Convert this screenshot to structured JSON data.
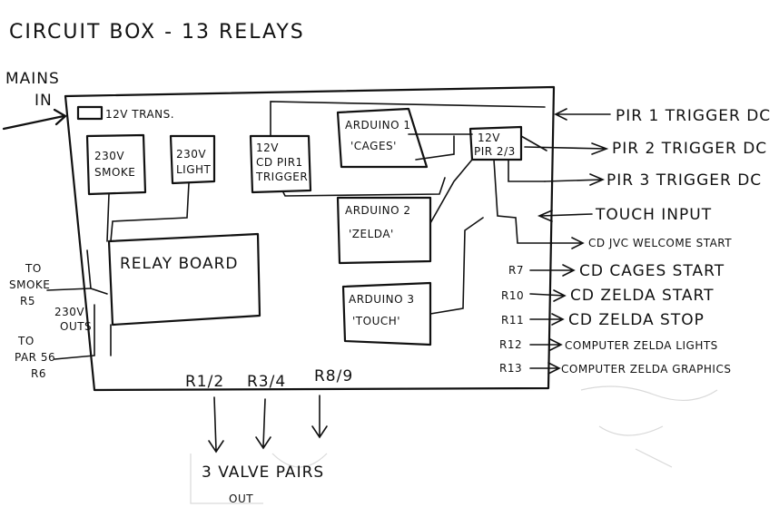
{
  "title": "CIRCUIT BOX - 13 RELAYS",
  "inputs": {
    "mains": "MAINS",
    "mains_in": "IN"
  },
  "components": {
    "transformer": "12V TRANS.",
    "smoke_line1": "230V",
    "smoke_line2": "SMOKE",
    "light_line1": "230V",
    "light_line2": "LIGHT",
    "cd_trigger_line1": "12V",
    "cd_trigger_line2": "CD PIR1",
    "cd_trigger_line3": "TRIGGER",
    "arduino1_line1": "ARDUINO 1",
    "arduino1_line2": "'CAGES'",
    "arduino2_line1": "ARDUINO 2",
    "arduino2_line2": "'ZELDA'",
    "arduino3_line1": "ARDUINO 3",
    "arduino3_line2": "'TOUCH'",
    "pir23_line1": "12V",
    "pir23_line2": "PIR 2/3",
    "relay_board": "RELAY BOARD"
  },
  "right_labels": [
    {
      "relay": "",
      "text": "PIR 1 TRIGGER DC"
    },
    {
      "relay": "",
      "text": "PIR 2 TRIGGER DC"
    },
    {
      "relay": "",
      "text": "PIR 3 TRIGGER DC"
    },
    {
      "relay": "",
      "text": "TOUCH INPUT"
    },
    {
      "relay": "",
      "text": "CD JVC WELCOME START"
    },
    {
      "relay": "R7",
      "text": "CD CAGES START"
    },
    {
      "relay": "R10",
      "text": "CD ZELDA START"
    },
    {
      "relay": "R11",
      "text": "CD ZELDA STOP"
    },
    {
      "relay": "R12",
      "text": "COMPUTER ZELDA LIGHTS"
    },
    {
      "relay": "R13",
      "text": "COMPUTER ZELDA GRAPHICS"
    }
  ],
  "left_labels": {
    "to_smoke_1": "TO",
    "to_smoke_2": "SMOKE",
    "to_smoke_3": "R5",
    "outs_1": "230V",
    "outs_2": "OUTS",
    "to_par_1": "TO",
    "to_par_2": "PAR 56",
    "to_par_3": "R6"
  },
  "bottom": {
    "r12": "R1/2",
    "r34": "R3/4",
    "r89": "R8/9",
    "valve_pairs": "3 VALVE PAIRS",
    "out": "OUT"
  }
}
